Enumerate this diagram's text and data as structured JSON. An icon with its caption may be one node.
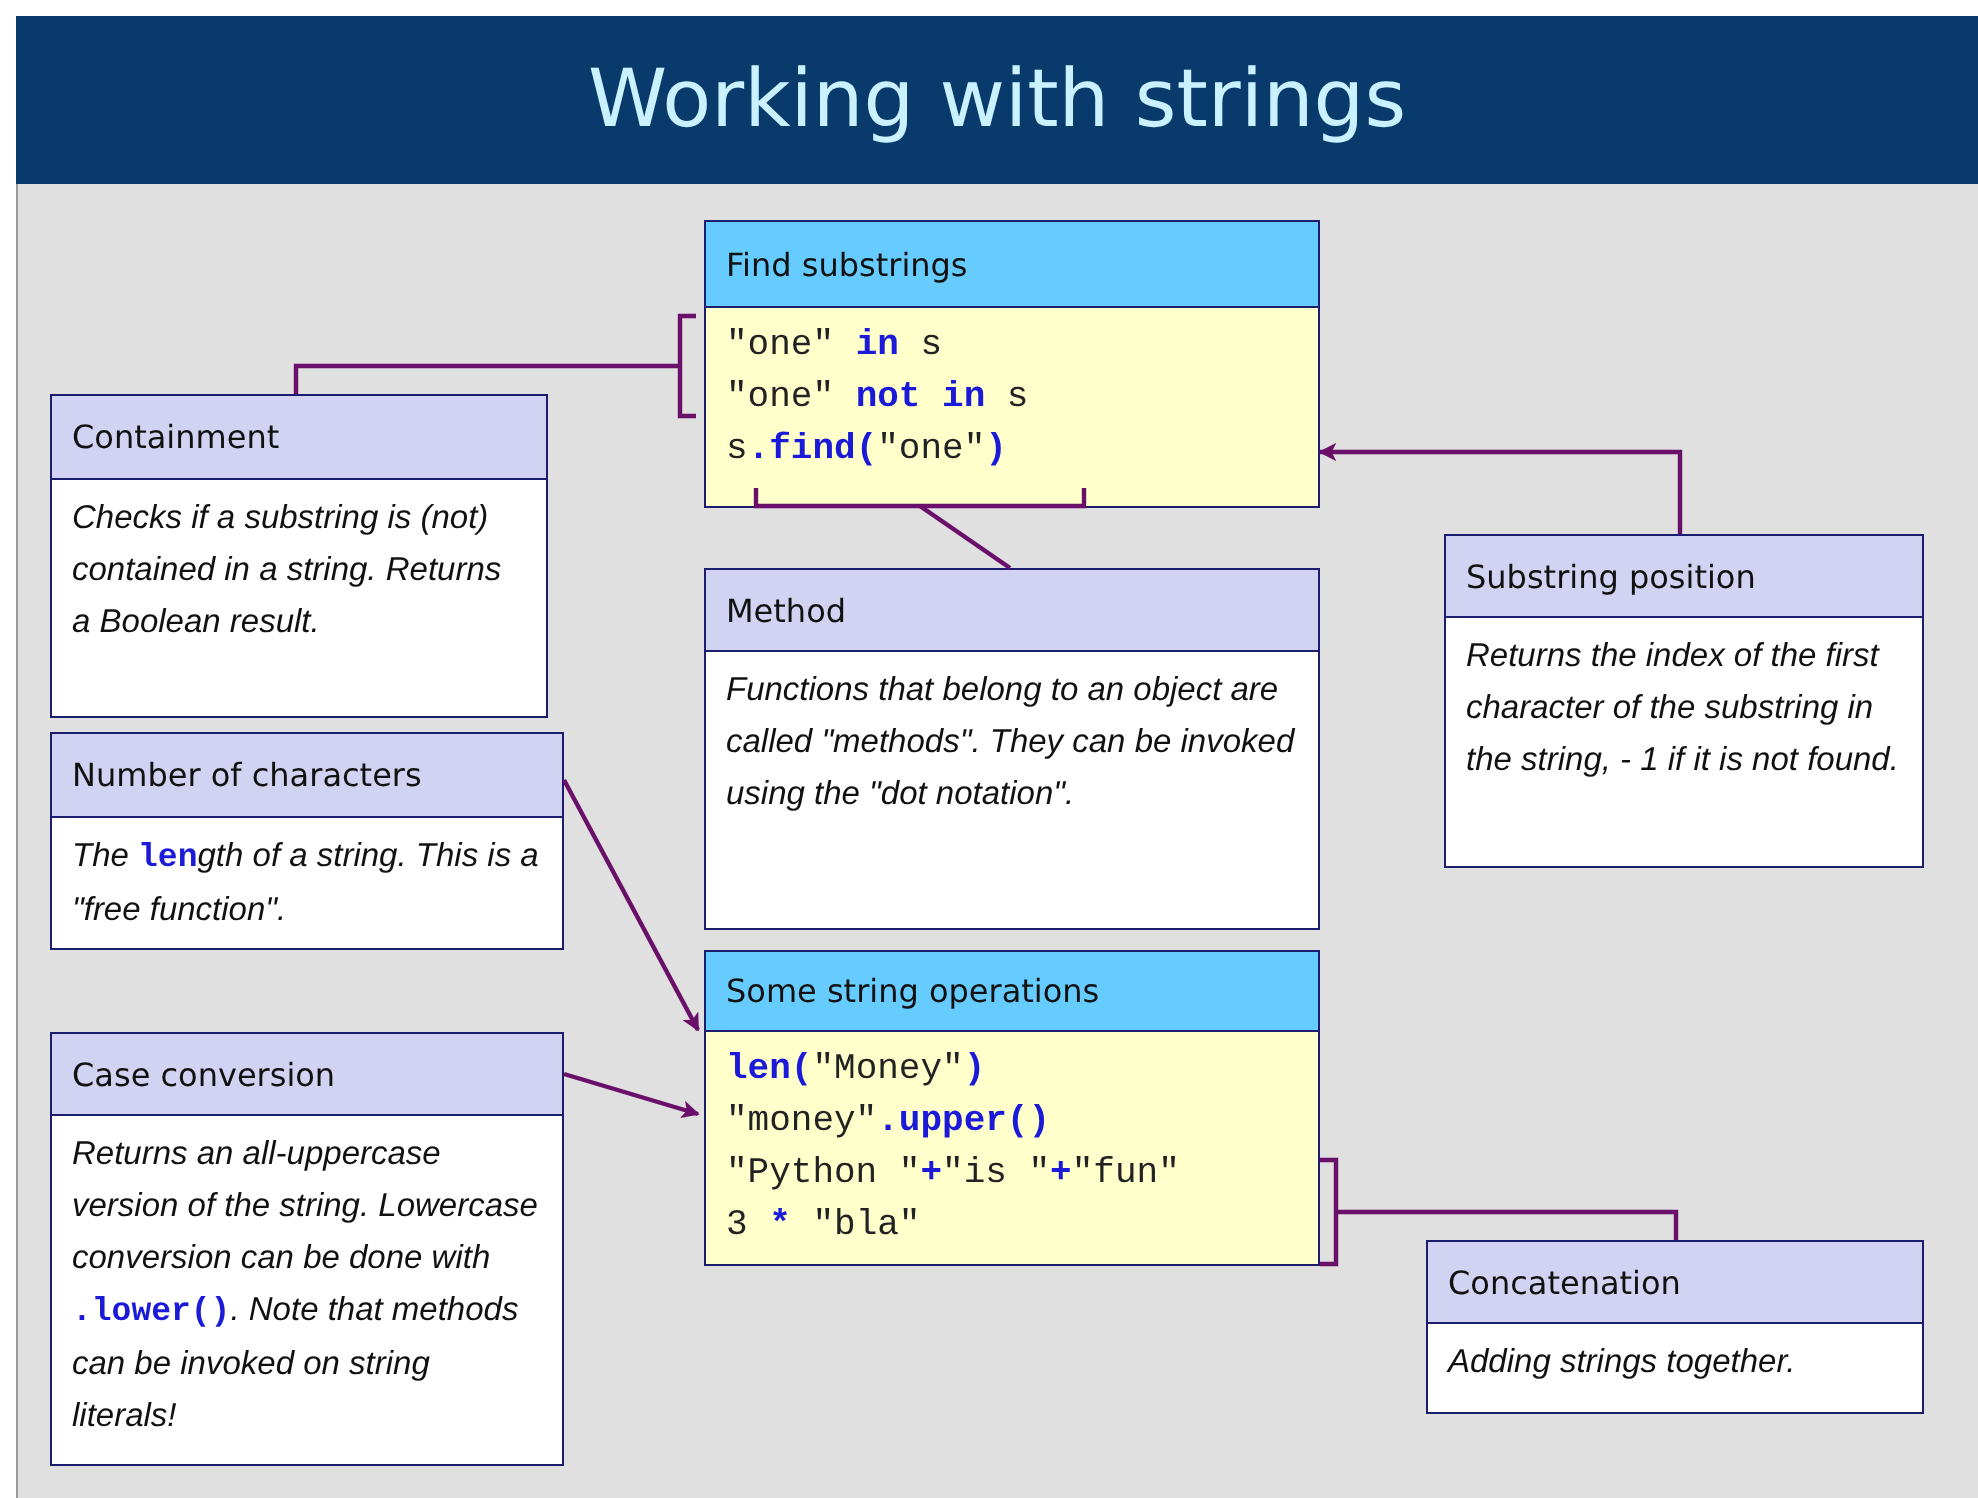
{
  "diagram": {
    "title": "Working with strings",
    "nodes": [
      {
        "text": [
          "Find substrings",
          "\"one\" **in** s",
          "\"one\" **not in** s",
          "s**.find(**\"one\"**)**"
        ]
      },
      {
        "text": [
          "Containment",
          "Checks if a substring is (not) contained in a string. Returns a Boolean result."
        ]
      },
      {
        "text": [
          "Method",
          "Functions that belong to an object are called \"methods\". They can be invoked using the \"dot notation\"."
        ]
      },
      {
        "text": [
          "Substring position",
          "Returns the index of the first character of the substring in the string, - 1 if it is not found."
        ]
      },
      {
        "text": [
          "Number of characters",
          "The **len**gth of a string. This is a \"free function\"."
        ]
      },
      {
        "text": [
          "Some string operations",
          "**len(**\"Money\"**)**",
          "\"money\"**.upper()**",
          "\"Python \"**+**\"is \"**+**\"fun\"",
          "3 ***** \"bla\""
        ]
      },
      {
        "text": [
          "Case conversion",
          "Returns an all-uppercase version of the string. Lowercase conversion can be done with **.lower()**. Note that methods can be invoked on string literals!"
        ]
      },
      {
        "text": [
          "Concatenation",
          "Adding strings together."
        ]
      }
    ],
    "edges": [
      {
        "from": 1,
        "to": 0,
        "arrow": "none"
      },
      {
        "from": 2,
        "to": 0,
        "arrow": "none"
      },
      {
        "from": 3,
        "to": 0,
        "arrow": "to"
      },
      {
        "from": 4,
        "to": 5,
        "arrow": "to"
      },
      {
        "from": 6,
        "to": 5,
        "arrow": "to"
      },
      {
        "from": 7,
        "to": 5,
        "arrow": "none"
      }
    ]
  }
}
